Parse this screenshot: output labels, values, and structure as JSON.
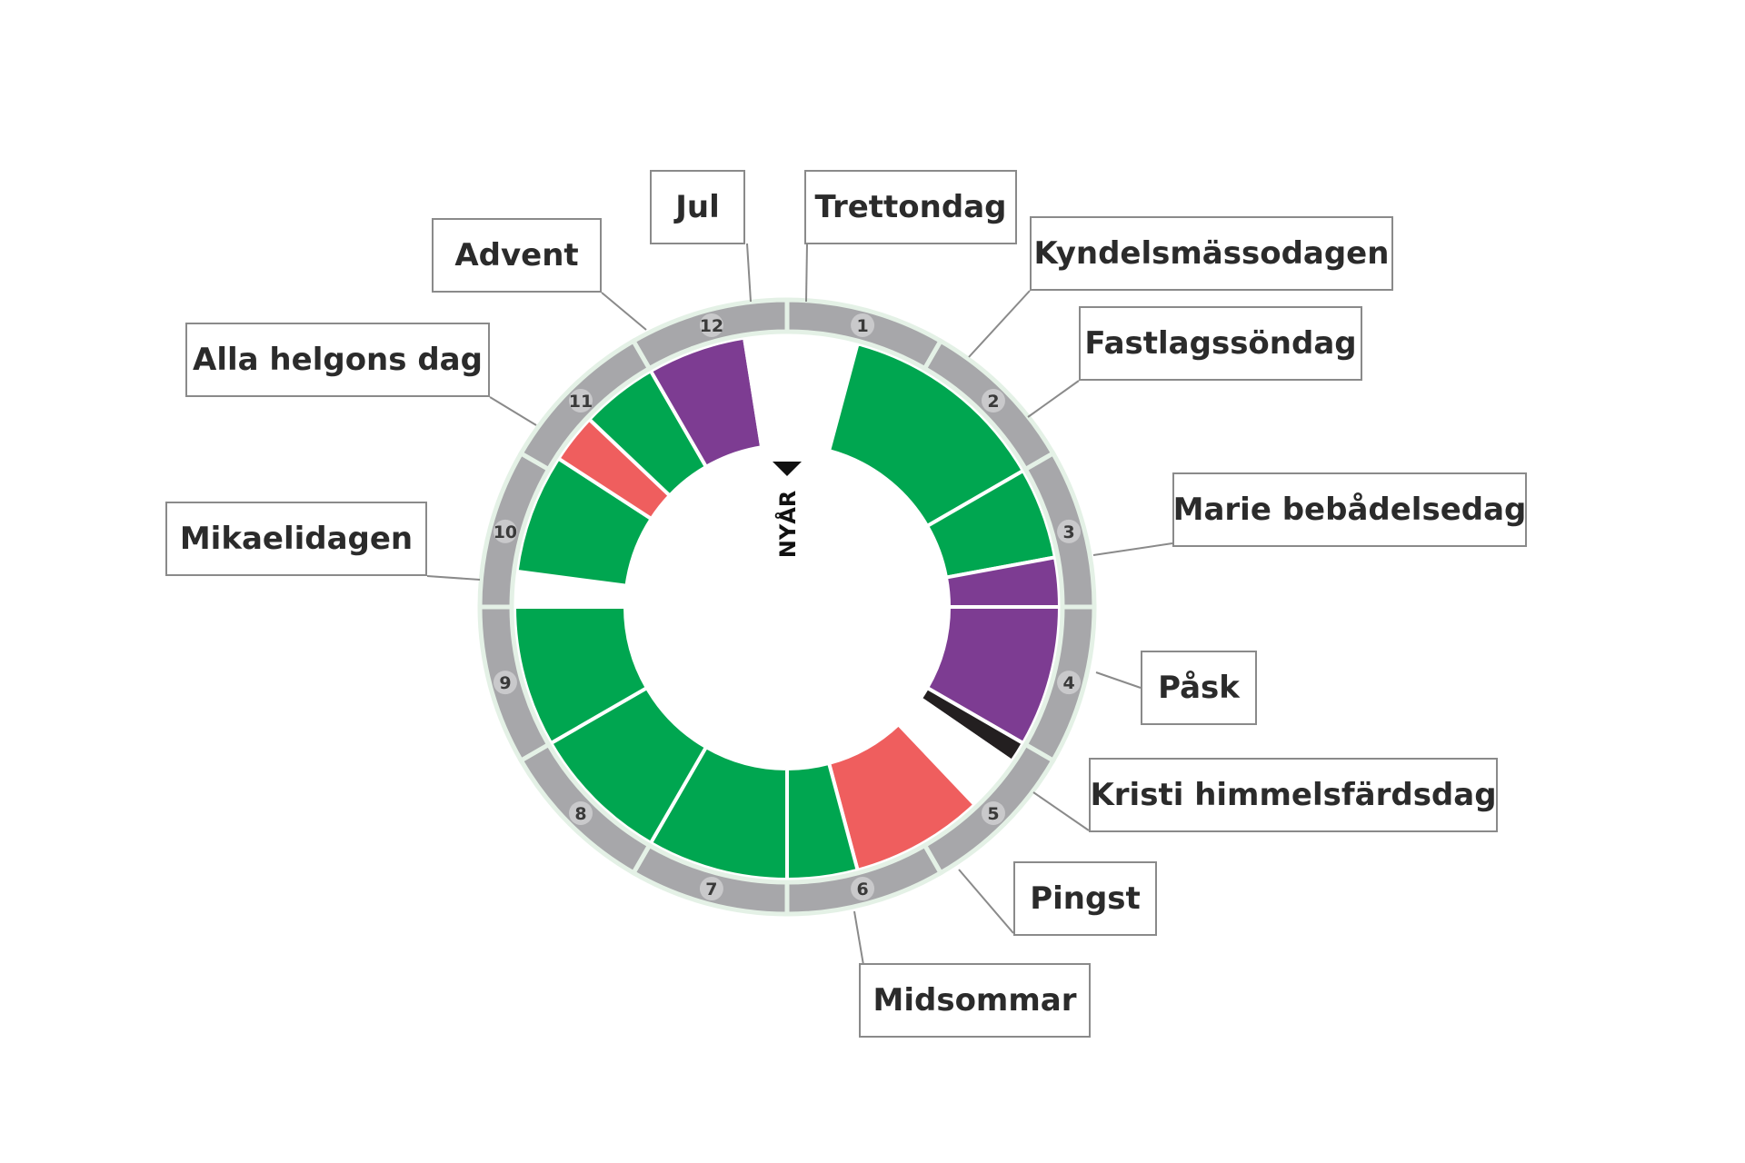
{
  "months": [
    "1",
    "2",
    "3",
    "4",
    "5",
    "6",
    "7",
    "8",
    "9",
    "10",
    "11",
    "12"
  ],
  "new_year_marker": "NYÅR",
  "colors": {
    "ring": "#a7a7aa",
    "ring_gap": "#e4f1e6",
    "green": "#00a650",
    "purple": "#7d3c92",
    "red": "#ef5e5e",
    "black": "#231f20",
    "white": "#ffffff",
    "box_border": "#8a8a8a",
    "text": "#2b2b2b"
  },
  "segments": [
    {
      "start": 0.0,
      "end": 0.5,
      "color": "white"
    },
    {
      "start": 0.5,
      "end": 2.0,
      "color": "green"
    },
    {
      "start": 2.0,
      "end": 2.65,
      "color": "green"
    },
    {
      "start": 2.65,
      "end": 3.0,
      "color": "purple"
    },
    {
      "start": 3.0,
      "end": 4.0,
      "color": "purple"
    },
    {
      "start": 4.0,
      "end": 4.15,
      "color": "black"
    },
    {
      "start": 4.15,
      "end": 4.55,
      "color": "white"
    },
    {
      "start": 4.55,
      "end": 5.5,
      "color": "red"
    },
    {
      "start": 5.5,
      "end": 6.0,
      "color": "green"
    },
    {
      "start": 6.0,
      "end": 7.0,
      "color": "green"
    },
    {
      "start": 7.0,
      "end": 8.0,
      "color": "green"
    },
    {
      "start": 8.0,
      "end": 9.0,
      "color": "green"
    },
    {
      "start": 9.0,
      "end": 9.25,
      "color": "white"
    },
    {
      "start": 9.25,
      "end": 10.1,
      "color": "green"
    },
    {
      "start": 10.1,
      "end": 10.45,
      "color": "red"
    },
    {
      "start": 10.45,
      "end": 11.0,
      "color": "green"
    },
    {
      "start": 11.0,
      "end": 11.7,
      "color": "purple"
    },
    {
      "start": 11.7,
      "end": 12.0,
      "color": "white"
    }
  ],
  "labels": [
    {
      "key": "jul",
      "text": "Jul"
    },
    {
      "key": "trettondag",
      "text": "Trettondag"
    },
    {
      "key": "kyndelsmassodagen",
      "text": "Kyndelsmässodagen"
    },
    {
      "key": "fastlagssondag",
      "text": "Fastlagssöndag"
    },
    {
      "key": "marie-bebadelsedag",
      "text": "Marie bebådelsedag"
    },
    {
      "key": "pask",
      "text": "Påsk"
    },
    {
      "key": "kristi-himmelsfardsdag",
      "text": "Kristi himmelsfärdsdag"
    },
    {
      "key": "pingst",
      "text": "Pingst"
    },
    {
      "key": "midsommar",
      "text": "Midsommar"
    },
    {
      "key": "mikaelidagen",
      "text": "Mikaelidagen"
    },
    {
      "key": "alla-helgons-dag",
      "text": "Alla helgons dag"
    },
    {
      "key": "advent",
      "text": "Advent"
    }
  ]
}
